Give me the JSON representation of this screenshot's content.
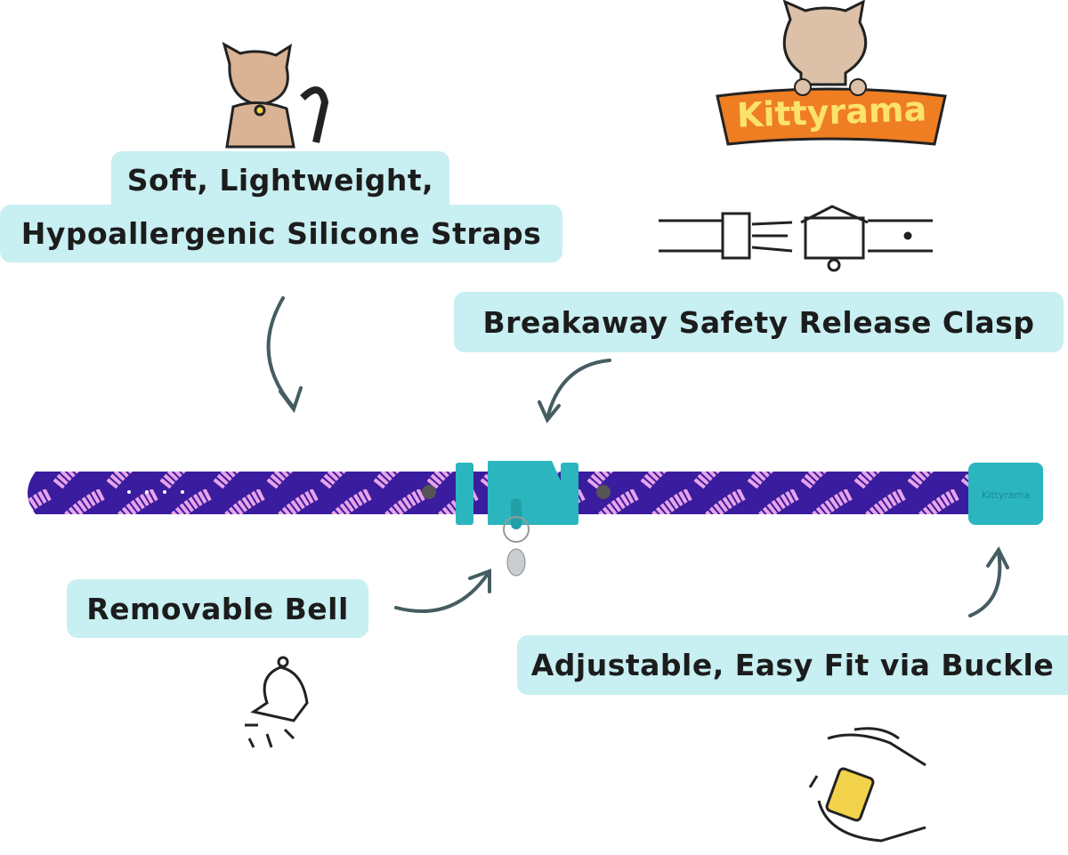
{
  "brand": {
    "logo_text": "Kittyrama",
    "buckle_text": "Kittyrama"
  },
  "labels": {
    "straps_line1": "Soft, Lightweight,",
    "straps_line2": "Hypoallergenic Silicone Straps",
    "clasp": "Breakaway Safety Release Clasp",
    "bell": "Removable Bell",
    "buckle": "Adjustable, Easy Fit via Buckle"
  },
  "colors": {
    "label_bg": "#c8eff2",
    "strap": "#3a1c9e",
    "fern": "#e9a4ea",
    "clasp": "#2bb6bf",
    "logo_orange": "#ef7d22",
    "arrow": "#455d61"
  }
}
